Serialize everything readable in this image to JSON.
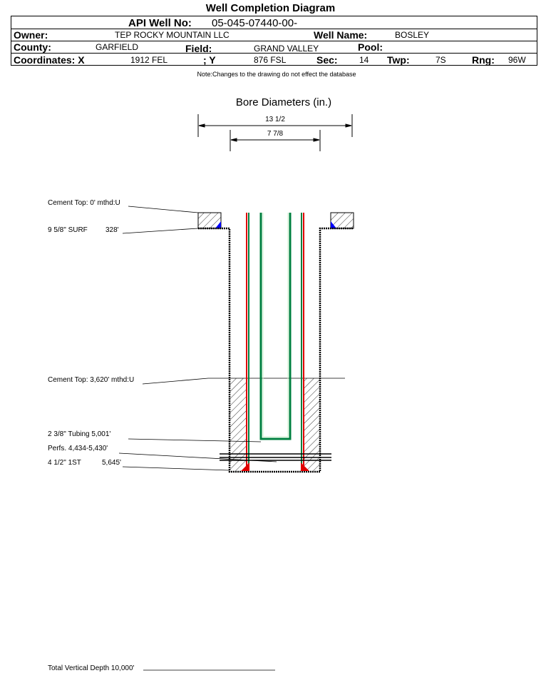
{
  "title": "Well Completion Diagram",
  "header": {
    "api_label": "API Well No:",
    "api_value": "05-045-07440-00-",
    "owner_label": "Owner:",
    "owner_value": "TEP ROCKY MOUNTAIN LLC",
    "wellname_label": "Well Name:",
    "wellname_value": "BOSLEY",
    "county_label": "County:",
    "county_value": "GARFIELD",
    "field_label": "Field:",
    "field_value": "GRAND VALLEY",
    "pool_label": "Pool:",
    "coordx_label": "Coordinates: X",
    "coordx_value": "1912 FEL",
    "coordy_label": "; Y",
    "coordy_value": "876 FSL",
    "sec_label": "Sec:",
    "sec_value": "14",
    "twp_label": "Twp:",
    "twp_value": "7S",
    "rng_label": "Rng:",
    "rng_value": "96W"
  },
  "note": "Note:Changes to the drawing do not effect the database",
  "diagram": {
    "bore_title": "Bore Diameters (in.)",
    "bore_outer": "13 1/2",
    "bore_inner": "7 7/8",
    "labels": {
      "cement_top_surf": "Cement Top: 0' mthd:U",
      "surf_casing": "9 5/8\" SURF",
      "surf_depth": "328'",
      "cement_top_prod": "Cement Top: 3,620' mthd:U",
      "tubing": "2 3/8\" Tubing 5,001'",
      "perfs": "Perfs. 4,434-5,430'",
      "prod_casing": "4 1/2\" 1ST",
      "prod_depth": "5,645'",
      "tvd": "Total Vertical Depth 10,000'"
    },
    "colors": {
      "casing": "#e00000",
      "tubing": "#008040",
      "cement_seal": "#0000ff"
    }
  }
}
